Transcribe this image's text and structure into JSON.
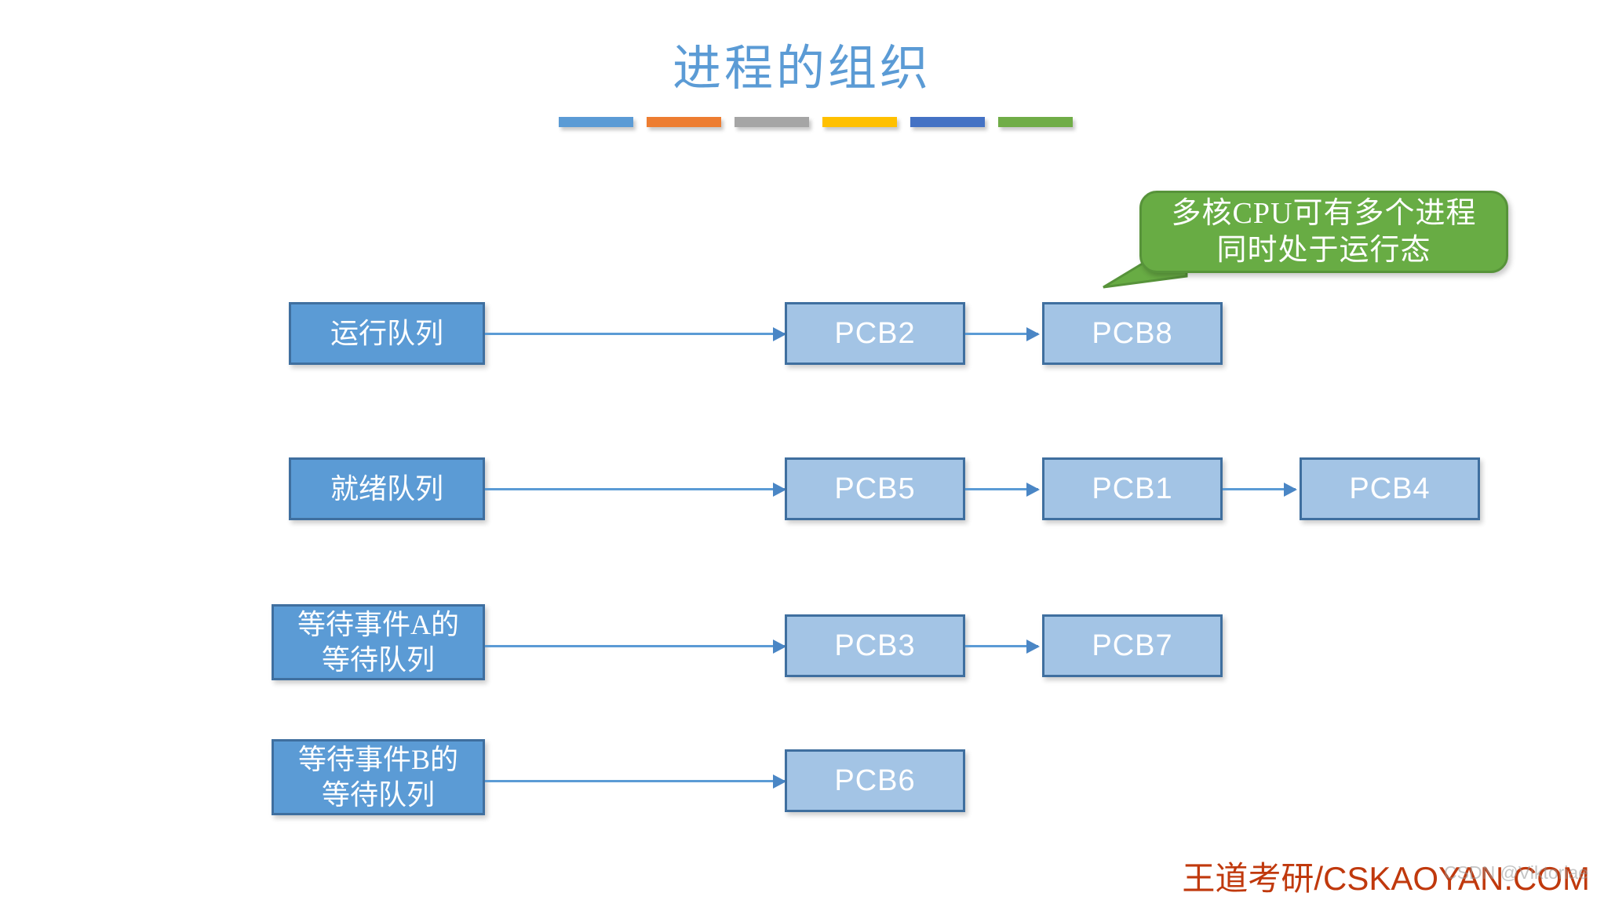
{
  "slide": {
    "title": "进程的组织",
    "title_color": "#5b9bd5",
    "background": "#ffffff"
  },
  "color_bars": [
    {
      "name": "bar-blue",
      "color": "#5b9bd5"
    },
    {
      "name": "bar-orange",
      "color": "#ed7d31"
    },
    {
      "name": "bar-gray",
      "color": "#a5a5a5"
    },
    {
      "name": "bar-gold",
      "color": "#ffc000"
    },
    {
      "name": "bar-dark-blue",
      "color": "#4472c4"
    },
    {
      "name": "bar-green",
      "color": "#70ad47"
    }
  ],
  "callout": {
    "line1": "多核CPU可有多个进程",
    "line2": "同时处于运行态",
    "fill": "#68ac44",
    "border": "#57933a",
    "text_color": "#ffffff"
  },
  "diagram": {
    "queue_fill": "#5b9bd5",
    "pcb_fill": "#a3c4e5",
    "border_color": "#3f6f9f",
    "arrow_color": "#5b9bd5",
    "rows": [
      {
        "queue_label_lines": [
          "运行队列"
        ],
        "pcbs": [
          "PCB2",
          "PCB8"
        ]
      },
      {
        "queue_label_lines": [
          "就绪队列"
        ],
        "pcbs": [
          "PCB5",
          "PCB1",
          "PCB4"
        ]
      },
      {
        "queue_label_lines": [
          "等待事件A的",
          "等待队列"
        ],
        "pcbs": [
          "PCB3",
          "PCB7"
        ]
      },
      {
        "queue_label_lines": [
          "等待事件B的",
          "等待队列"
        ],
        "pcbs": [
          "PCB6"
        ]
      }
    ]
  },
  "footer": {
    "brand": "王道考研/CSKAOYAN.COM",
    "brand_color": "#c0390d",
    "watermark": "CSDN @Viktoriae"
  }
}
